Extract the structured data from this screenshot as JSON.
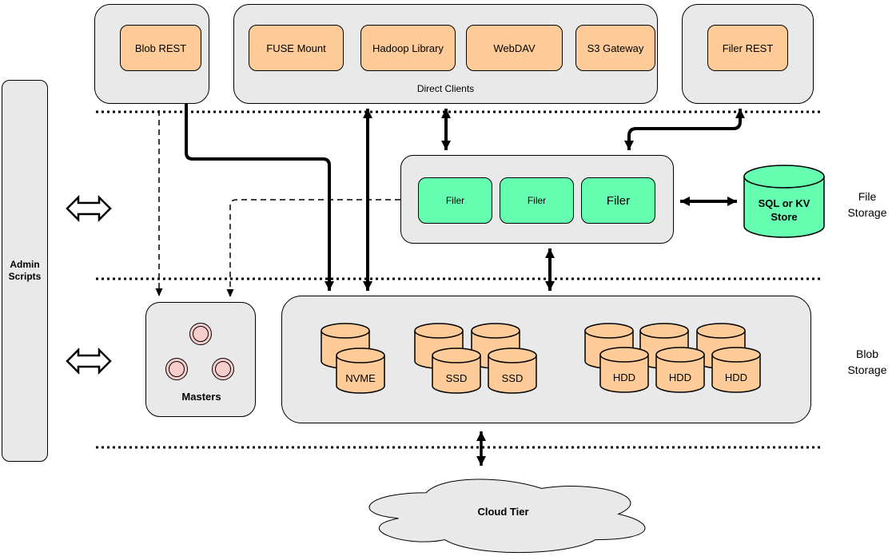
{
  "diagram": {
    "admin_scripts_label": "Admin Scripts",
    "top_row": {
      "blob_rest": "Blob REST",
      "direct_clients": {
        "label": "Direct Clients",
        "clients": [
          "FUSE Mount",
          "Hadoop Library",
          "WebDAV",
          "S3 Gateway"
        ]
      },
      "filer_rest": "Filer REST"
    },
    "file_storage": {
      "zone_label": "File Storage",
      "filers": [
        "Filer",
        "Filer",
        "Filer"
      ],
      "kv_store": "SQL or KV Store"
    },
    "blob_storage": {
      "zone_label": "Blob Storage",
      "masters_label": "Masters",
      "drives": [
        "NVME",
        "SSD",
        "SSD",
        "HDD",
        "HDD",
        "HDD"
      ]
    },
    "cloud_tier_label": "Cloud Tier",
    "colors": {
      "client_orange": "#ffcc99",
      "filer_green": "#66ffb2",
      "container_gray": "#e9e9e9",
      "master_pink": "#f8cecc",
      "line_black": "#000000"
    }
  }
}
